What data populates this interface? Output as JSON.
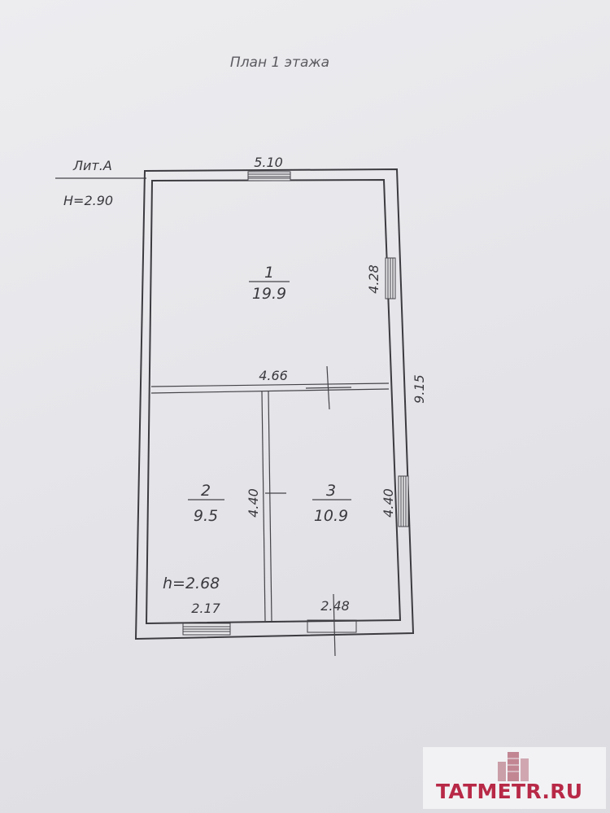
{
  "title": "План 1 этажа",
  "building": {
    "liter": "Лит.А",
    "height": "H=2.90"
  },
  "dimensions": {
    "top_wall": "5.10",
    "room1_right": "4.28",
    "room1_bottom": "4.66",
    "overall_right": "9.15",
    "room2_right": "4.40",
    "room3_right": "4.40",
    "room2_bottom": "2.17",
    "room3_bottom": "2.48"
  },
  "rooms": [
    {
      "number": "1",
      "area": "19.9"
    },
    {
      "number": "2",
      "area": "9.5"
    },
    {
      "number": "3",
      "area": "10.9"
    }
  ],
  "ceiling_height": "h=2.68",
  "watermark": {
    "text": "TATMETR.RU",
    "color": "#b51a3a"
  }
}
